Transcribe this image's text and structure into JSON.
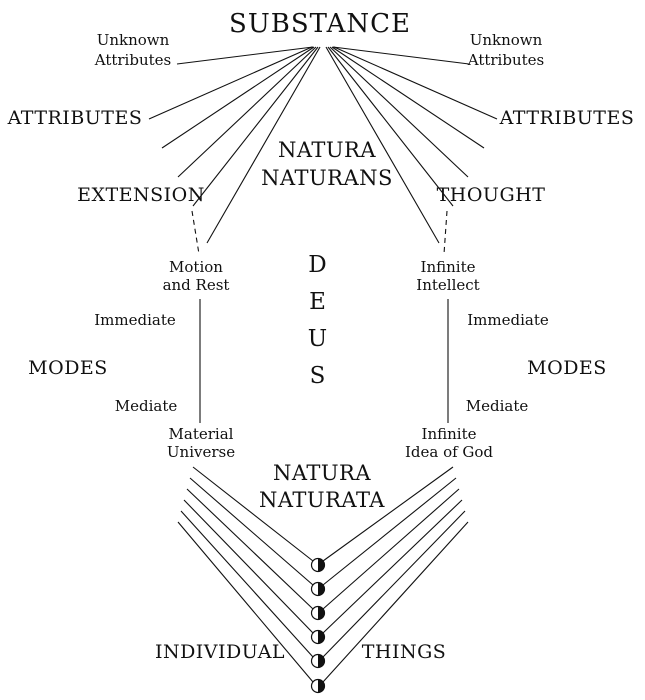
{
  "page": {
    "background": "#ffffff",
    "ink": "#111111"
  },
  "diagram": {
    "top": {
      "substance": "SUBSTANCE"
    },
    "center": {
      "natura_naturans": [
        "NATURA",
        "NATURANS"
      ],
      "deus": [
        "D",
        "E",
        "U",
        "S"
      ],
      "natura_naturata": [
        "NATURA",
        "NATURATA"
      ]
    },
    "left": {
      "unknown_attributes": [
        "Unknown",
        "Attributes"
      ],
      "attributes": "ATTRIBUTES",
      "extension": "EXTENSION",
      "first_mode": [
        "Motion",
        "and Rest"
      ],
      "immediate": "Immediate",
      "modes": "MODES",
      "mediate": "Mediate",
      "mediate_mode": [
        "Material",
        "Universe"
      ],
      "individual": "INDIVIDUAL"
    },
    "right": {
      "unknown_attributes": [
        "Unknown",
        "Attributes"
      ],
      "attributes": "ATTRIBUTES",
      "thought": "THOUGHT",
      "first_mode": [
        "Infinite",
        "Intellect"
      ],
      "immediate": "Immediate",
      "modes": "MODES",
      "mediate": "Mediate",
      "mediate_mode": [
        "Infinite",
        "Idea of God"
      ],
      "things": "THINGS"
    }
  }
}
